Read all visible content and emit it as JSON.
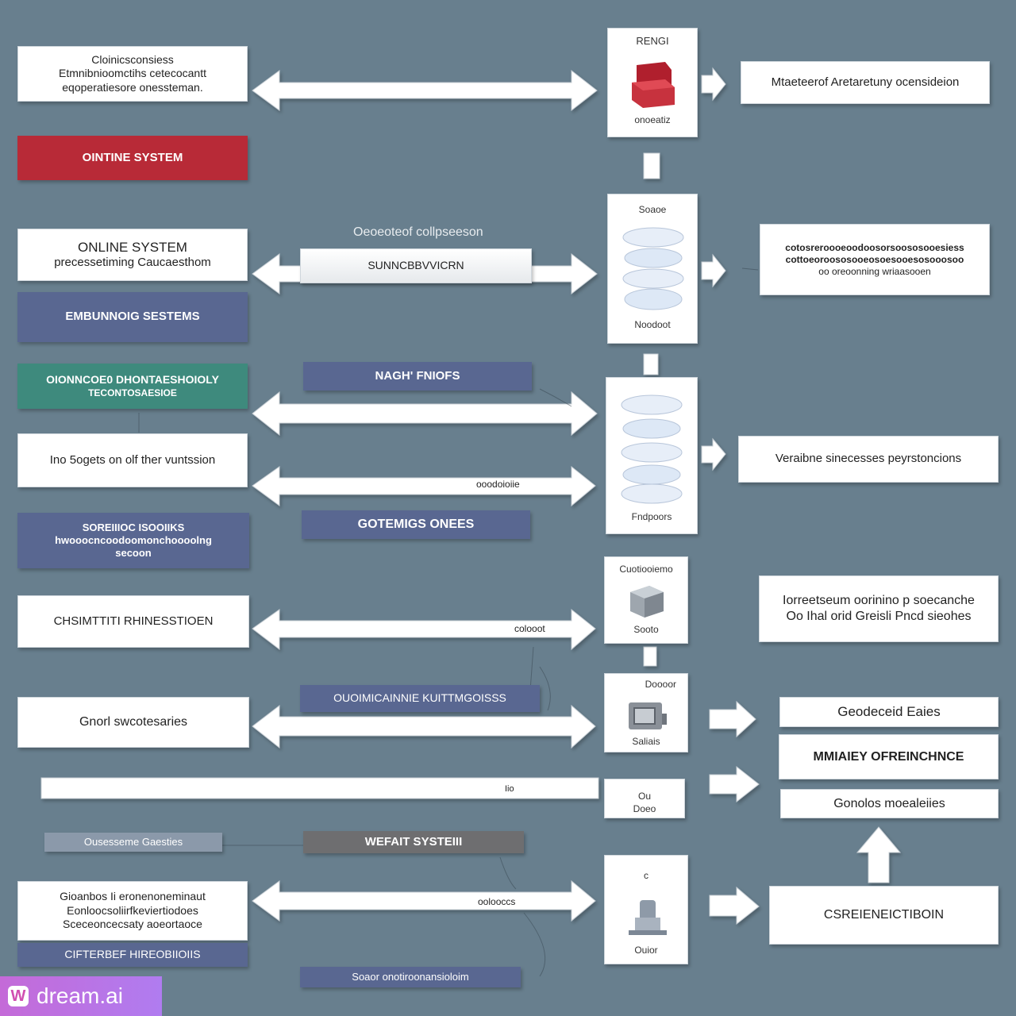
{
  "left_boxes": [
    {
      "lines": [
        "Cloinicsconsiess",
        "Etmnibnioomctihs cetecocantt",
        "eqoperatiesore onessteman."
      ]
    },
    {
      "lines": [
        "OINTINE SYSTEM"
      ]
    },
    {
      "lines": [
        "ONLINE SYSTEM",
        "precessetiming Caucaesthom"
      ]
    },
    {
      "lines": [
        "EMBUNNOIG SESTEMS"
      ]
    },
    {
      "lines": [
        "OIONNCOE0 DHONTAESHOIOLY",
        "TECONTOSAESIOE"
      ]
    },
    {
      "lines": [
        "Ino 5ogets on olf ther vuntssion"
      ]
    },
    {
      "lines": [
        "SOREIIIOC ISOOIIKS",
        "hwooocncoodoomonchoooolng",
        "secoon"
      ]
    },
    {
      "lines": [
        "CHSIMTTITI RHINESSTIOEN"
      ]
    },
    {
      "lines": [
        "Gnorl swcotesaries"
      ]
    },
    {
      "lines": [
        "Ousesseme Gaesties"
      ]
    },
    {
      "lines": [
        "Gioanbos Ii eronenoneminaut",
        "Eonloocsoliirfkeviertiodoes",
        "Sceceoncecsaty aoeortaoce"
      ]
    },
    {
      "lines": [
        "CIFTERBEF HIREOBIIOIIS"
      ]
    }
  ],
  "middle_tags": [
    {
      "text": "SUNNCBBVVICRN"
    },
    {
      "text": "NAGH' FNIOFS"
    },
    {
      "text": "GOTEMIGS ONEES"
    },
    {
      "text": "OUOIMICAINNIE KUITTMGOISSS"
    },
    {
      "text": "WEFAIT SYSTEIII"
    },
    {
      "text": "Soaor onotiroonansioloim"
    }
  ],
  "float_labels": [
    {
      "text": "Oeoeoteof collpseeson"
    },
    {
      "text": "ooodoioiie"
    },
    {
      "text": "colooot"
    },
    {
      "text": "Iio"
    },
    {
      "text": "oolooccs"
    }
  ],
  "nodes": [
    {
      "top": "RENGI",
      "bottom": "onoeatiz"
    },
    {
      "top": "Soaoe",
      "bottom": "Noodoot"
    },
    {
      "top": "",
      "bottom": "Fndpoors"
    },
    {
      "top": "Cuotiooiemo",
      "bottom": "Sooto"
    },
    {
      "top": "Doooor",
      "bottom": "Saliais"
    },
    {
      "top": "Ou",
      "bottom": "Doeo"
    },
    {
      "top": "c",
      "bottom": "Ouior"
    }
  ],
  "right_boxes": [
    {
      "lines": [
        "Mtaeteerof Aretaretuny ocensideion"
      ]
    },
    {
      "lines": [
        "cotosreroooeoodoosorsoososooesiess",
        "cottoeoroososooeosoesooesosooosoo",
        "oo oreoonning wriaasooen"
      ]
    },
    {
      "lines": [
        "Veraibne sinecesses peyrstoncions"
      ]
    },
    {
      "lines": [
        "Iorreetseum oorinino p soecanche",
        "Oo Ihal orid Greisli Pncd sieohes"
      ]
    },
    {
      "lines": [
        "Geodeceid Eaies"
      ]
    },
    {
      "lines": [
        "MMIAIEY OFREINCHNCE"
      ]
    },
    {
      "lines": [
        "Gonolos moealeiies"
      ]
    },
    {
      "lines": [
        "CSREIENEICTIBOIN"
      ]
    }
  ],
  "watermark": {
    "icon": "W",
    "text": "dream.ai"
  },
  "colors": {
    "background": "#687f8e",
    "red": "#b82a37",
    "slate": "#596791",
    "teal": "#3e8a7d",
    "gray": "#6e6e70"
  }
}
